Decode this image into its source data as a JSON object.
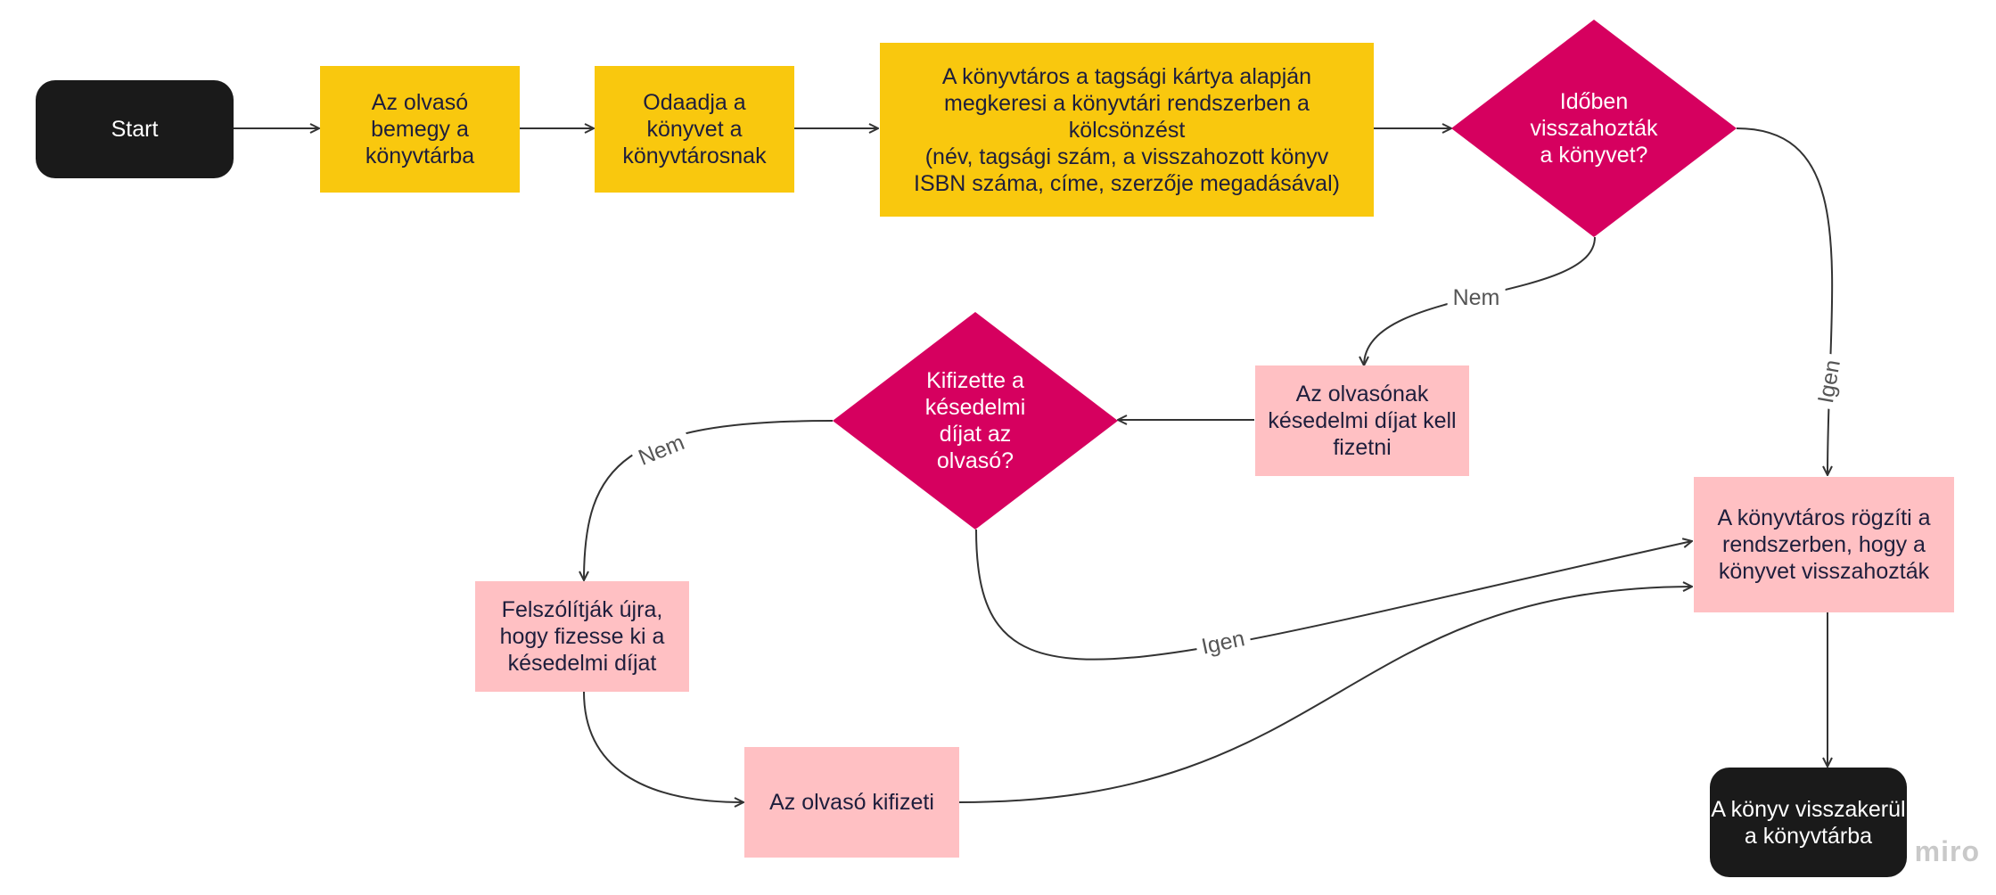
{
  "nodes": {
    "start": "Start",
    "enters": "Az olvasó\nbemegy a\nkönyvtárba",
    "hands_over": "Odaadja a\nkönyvet a\nkönyvtárosnak",
    "librarian_finds": "A könyvtáros a tagsági kártya alapján\nmegkeresi a könyvtári rendszerben a\nkölcsönzést\n(név, tagsági szám, a visszahozott könyv\nISBN száma, címe, szerzője megadásával)",
    "returned_on_time": "Időben\nvisszahozták\na könyvet?",
    "must_pay_fee": "Az olvasónak\nkésedelmi díjat kell\nfizetni",
    "paid_fee": "Kifizette a\nkésedelmi\ndíjat az\nolvasó?",
    "records_return": "A könyvtáros rögzíti a\nrendszerben, hogy a\nkönyvet visszahozták",
    "asked_again": "Felszólítják újra,\nhogy fizesse ki a\nkésedelmi díjat",
    "reader_pays": "Az olvasó kifizeti",
    "end": "A könyv visszakerül\na könyvtárba"
  },
  "edge_labels": {
    "on_time_no": "Nem",
    "on_time_yes": "Igen",
    "paid_no": "Nem",
    "paid_yes": "Igen"
  },
  "watermark": "miro",
  "colors": {
    "terminal": "#1a1a1a",
    "process_yellow": "#f9c80e",
    "process_pink": "#ffc0c3",
    "decision": "#d6005f",
    "edge": "#333333"
  }
}
